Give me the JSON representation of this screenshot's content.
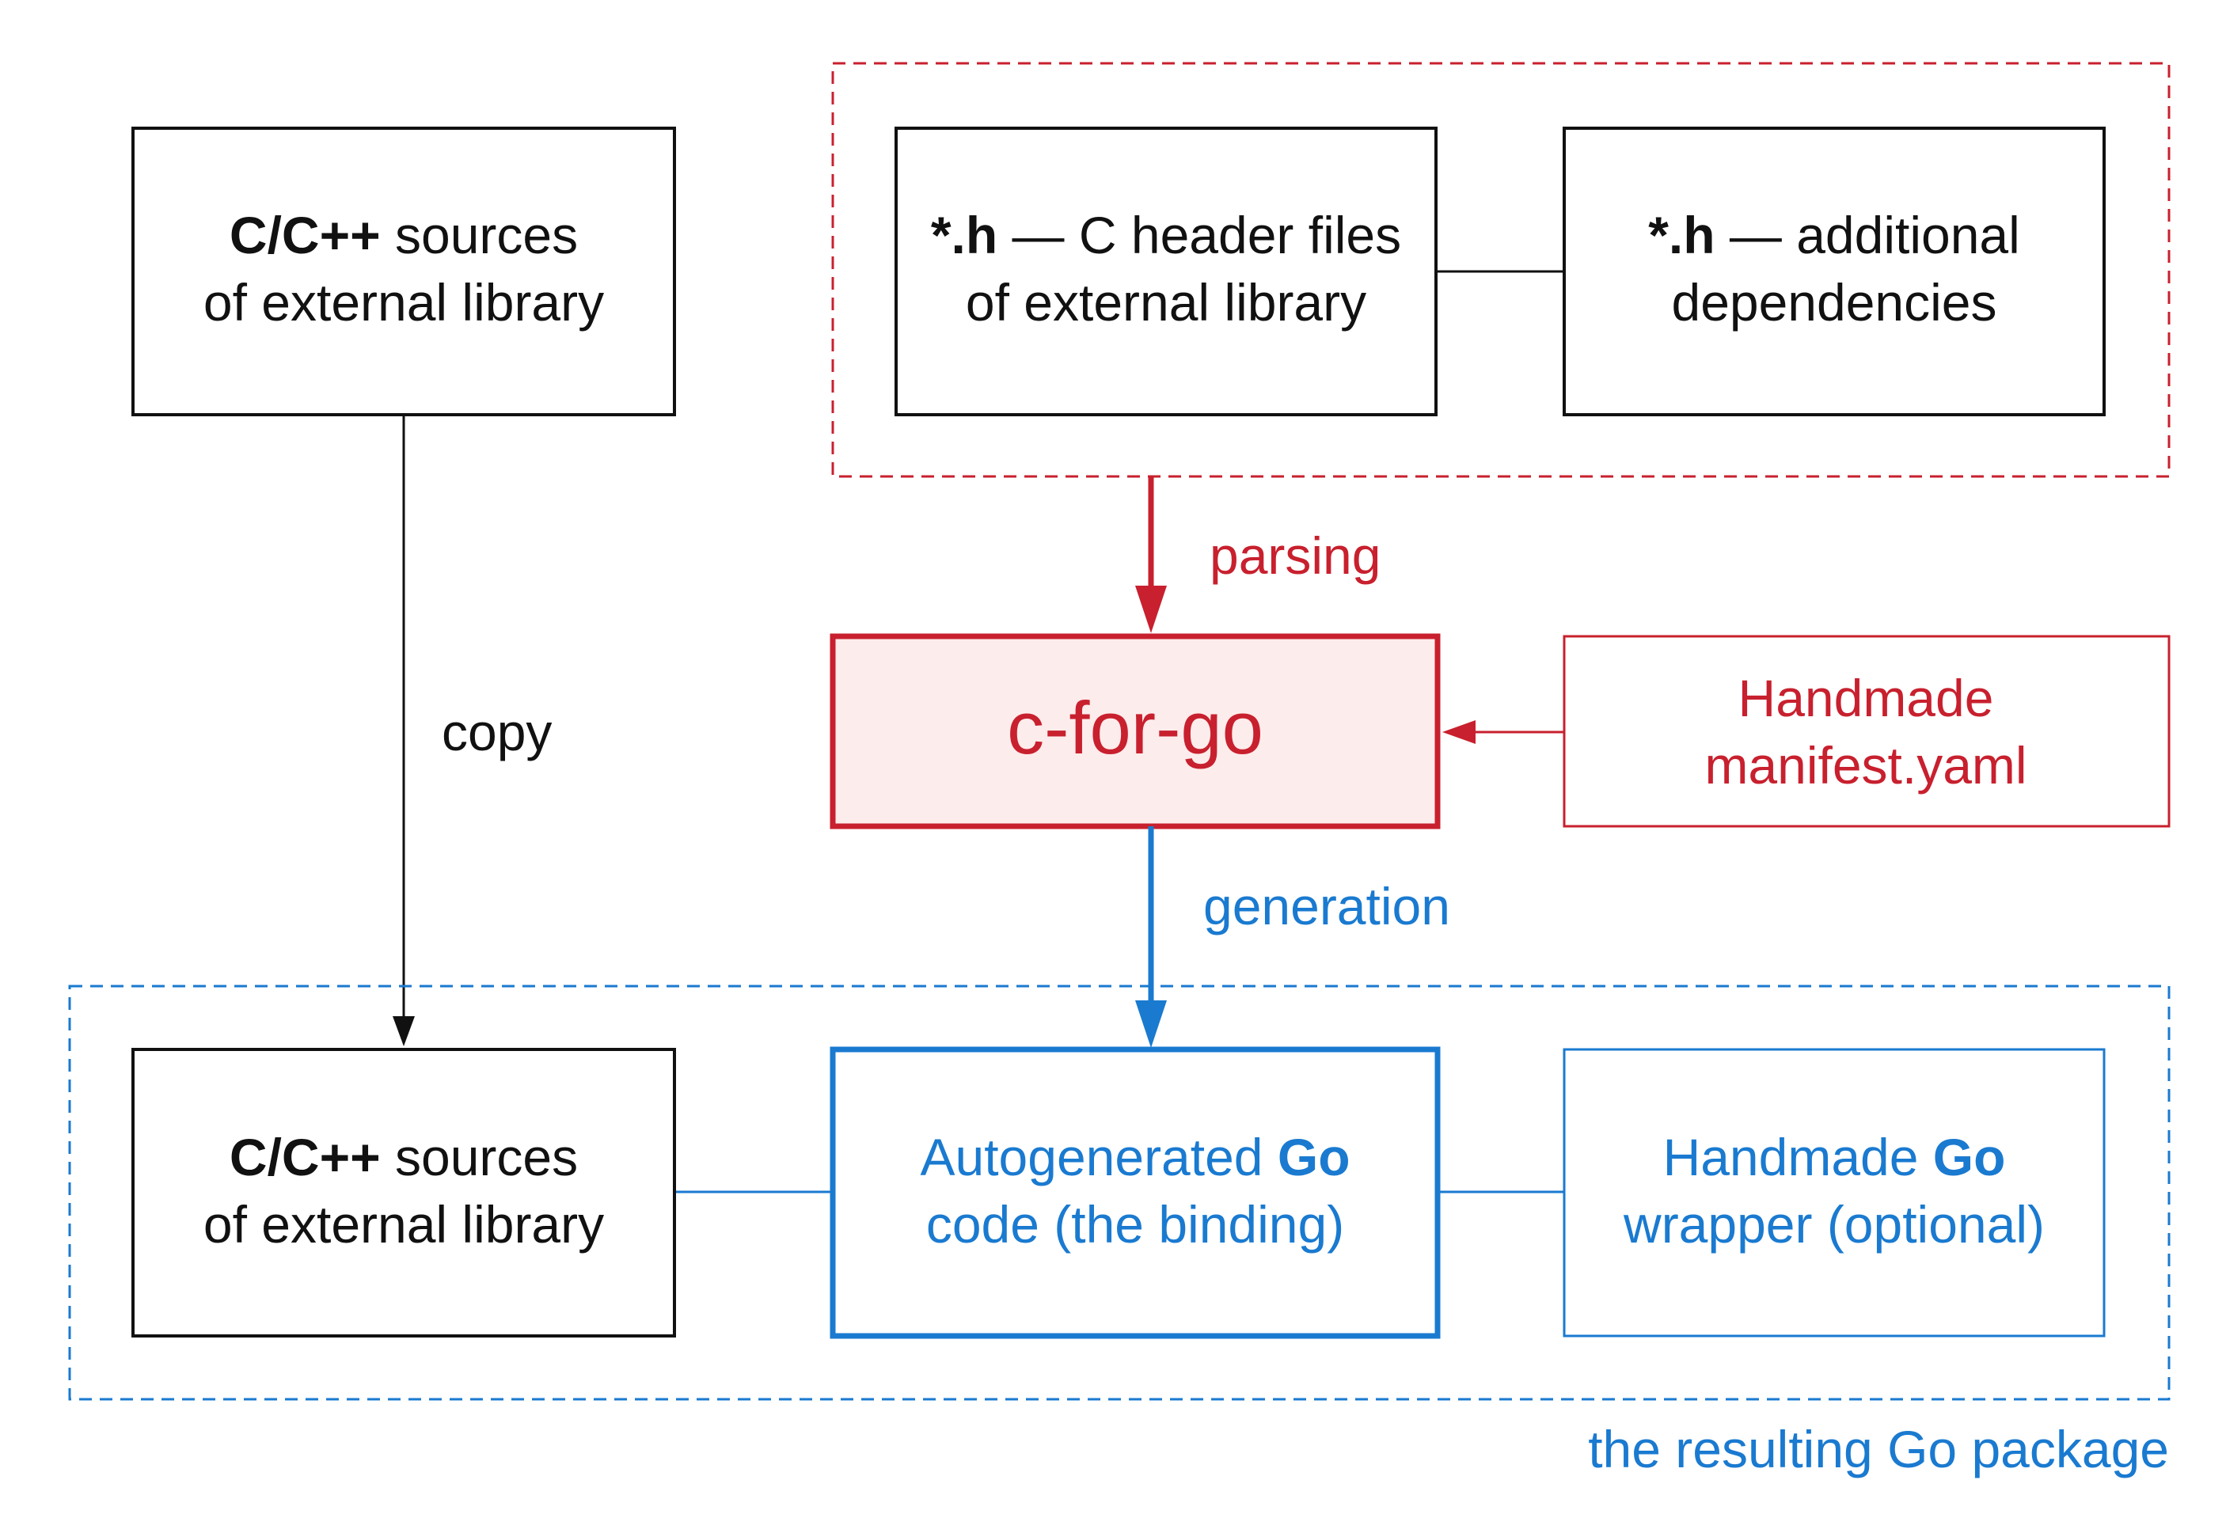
{
  "colors": {
    "black": "#111111",
    "red": "#c8202e",
    "red_fill": "#fdecec",
    "blue": "#1a7ad0"
  },
  "top_group": {
    "header_files": {
      "line1_strong": "*.h",
      "line1_rest": " — C header files",
      "line2": "of external library"
    },
    "additional_deps": {
      "line1_strong": "*.h",
      "line1_rest": " — additional",
      "line2": "dependencies"
    }
  },
  "sources_top": {
    "line1_strong": "C/C++",
    "line1_rest": " sources",
    "line2": "of external library"
  },
  "edge_copy": "copy",
  "edge_parsing": "parsing",
  "edge_generation": "generation",
  "cforgo": {
    "label": "c-for-go"
  },
  "manifest": {
    "line1": "Handmade",
    "line2": "manifest.yaml"
  },
  "bottom_group": {
    "label": "the resulting Go package",
    "sources": {
      "line1_strong": "C/C++",
      "line1_rest": " sources",
      "line2": "of external library"
    },
    "autogen": {
      "line1_rest": "Autogenerated ",
      "line1_strong": "Go",
      "line2": "code (the binding)"
    },
    "wrapper": {
      "line1_rest": "Handmade ",
      "line1_strong": "Go",
      "line2": "wrapper (optional)"
    }
  }
}
